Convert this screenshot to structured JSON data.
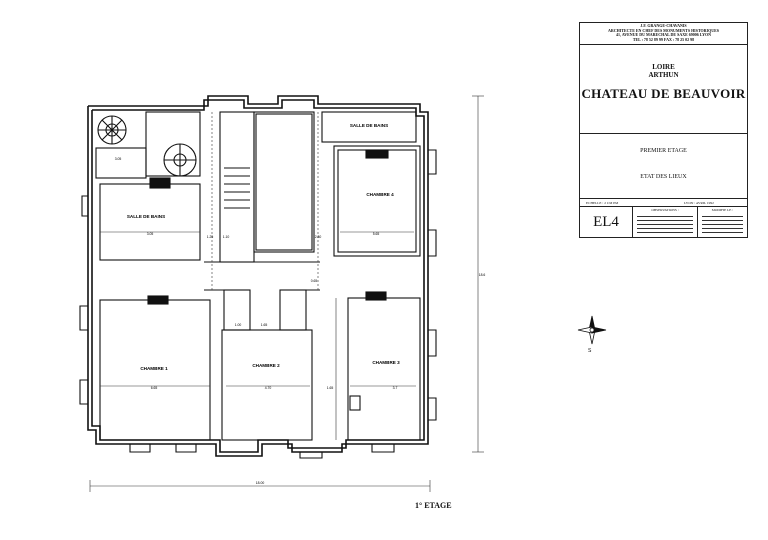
{
  "titleblock": {
    "architect": "J.F. GRANGE-CHAVANIS",
    "architect_title": "ARCHITECTE EN CHEF DES MONUMENTS HISTORIQUES",
    "address": "41, AVENUE DU MARECHAL DE SAXE 69006 LYON",
    "phone": "TEL : 78 52 89 99   FAX : 78 25 02 98",
    "department": "LOIRE",
    "commune": "ARTHUN",
    "building": "CHATEAU DE BEAUVOIR",
    "floor": "PREMIER ETAGE",
    "state": "ETAT DES LIEUX",
    "scale": "ECHELLE : 2 CM PM",
    "date": "LYON : AVRIL   1992",
    "drawing_code": "EL4",
    "observations_label": "OBSERVATIONS :",
    "modified_label": "MODIFIE LE :"
  },
  "plan": {
    "rooms": {
      "salle_de_bains_north": "SALLE DE BAINS",
      "salle_de_bains_west": "SALLE DE BAINS",
      "chambre_4": "CHAMBRE 4",
      "chambre_1": "CHAMBRE 1",
      "chambre_2": "CHAMBRE 2",
      "chambre_3": "CHAMBRE 3"
    },
    "dims": {
      "d_tower": "3.05",
      "d_bath_w": "3.05",
      "d_ch4": "5.65",
      "d_ch1": "6.65",
      "d_ch2": "4.70",
      "d_ch3a": "1.65",
      "d_ch3b": "3.7",
      "d_total_w": "18.00",
      "d_total_h": "18.6",
      "d_c1": "1.25",
      "d_c2": "1.10",
      "d_c3": "2.80",
      "d_c4": "1.65",
      "d_c5": "1.00",
      "d_c6": "0.65"
    },
    "floor_label": "1° ETAGE"
  }
}
